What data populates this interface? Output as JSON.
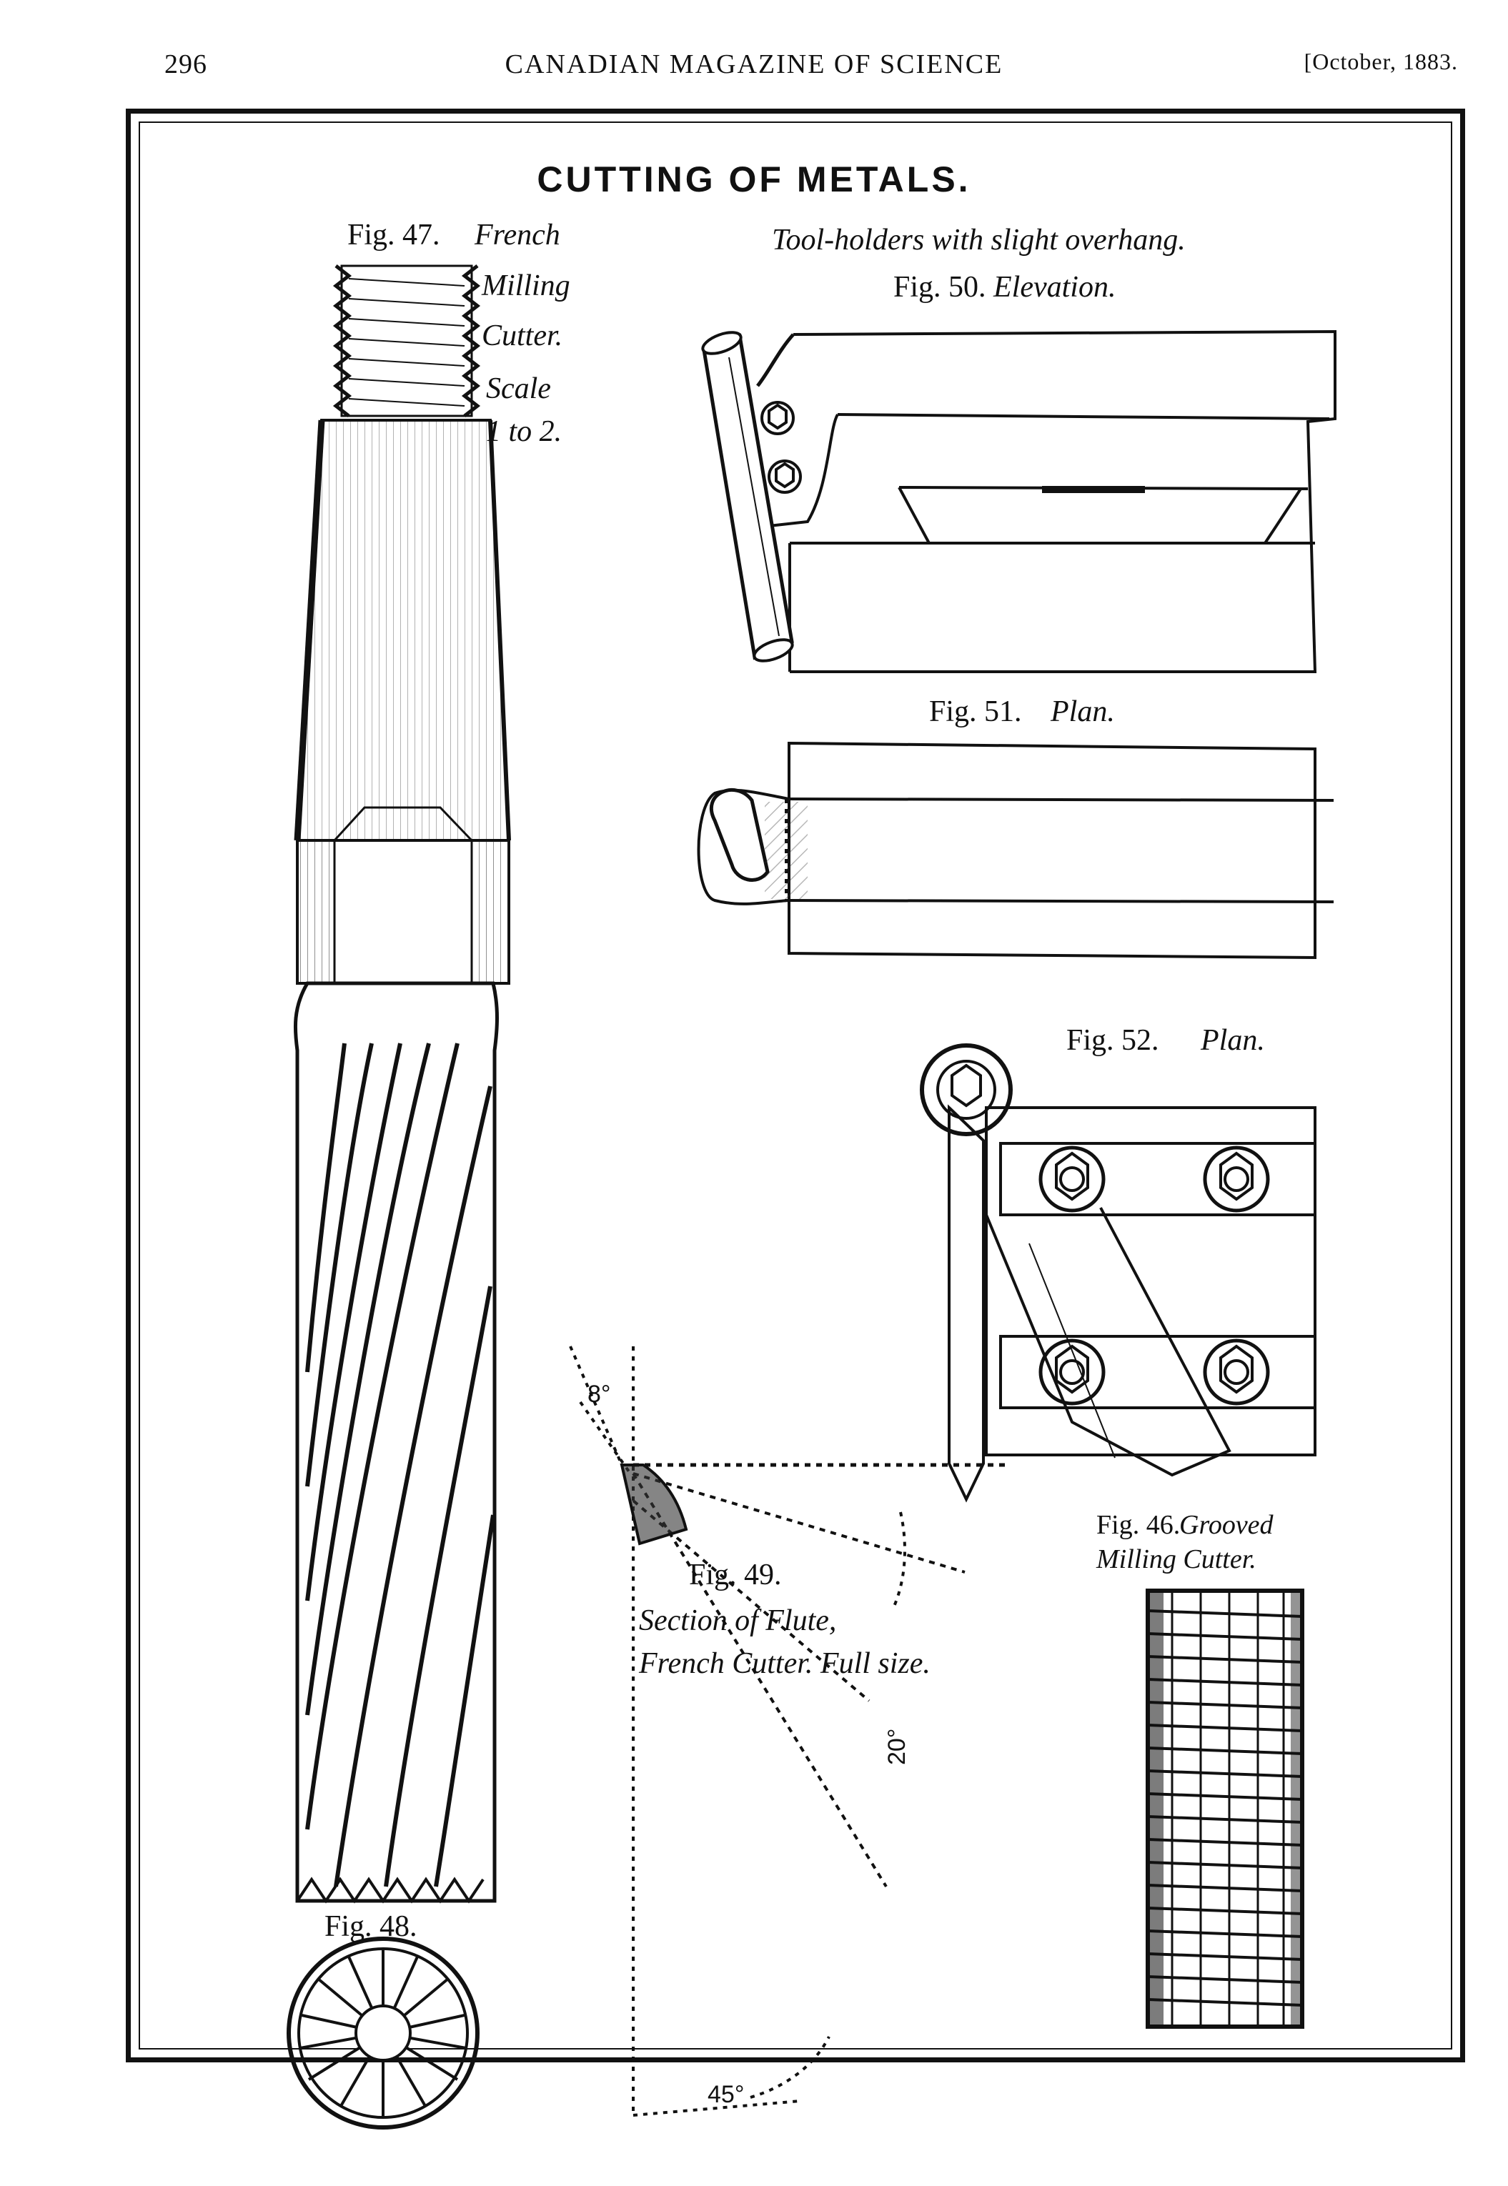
{
  "header": {
    "page_number": "296",
    "running_title": "CANADIAN MAGAZINE OF SCIENCE",
    "date": "[October, 1883."
  },
  "plate": {
    "title": "CUTTING OF METALS.",
    "fig47": {
      "label": "Fig. 47.",
      "caption_lines": [
        "French",
        "Milling",
        "Cutter.",
        "Scale",
        "1 to 2."
      ]
    },
    "toolholders_heading": "Tool-holders with slight overhang.",
    "fig50": {
      "label": "Fig. 50.",
      "caption": "Elevation."
    },
    "fig51": {
      "label": "Fig. 51.",
      "caption": "Plan."
    },
    "fig52": {
      "label": "Fig. 52.",
      "caption": "Plan."
    },
    "fig46": {
      "label": "Fig. 46.",
      "caption_lines": [
        "Grooved",
        "Milling Cutter."
      ]
    },
    "fig49": {
      "label": "Fig. 49.",
      "caption_lines": [
        "Section of Flute,",
        "French Cutter. Full size."
      ],
      "angles": [
        "8°",
        "20°",
        "45°"
      ]
    },
    "fig48": {
      "label": "Fig. 48."
    }
  }
}
